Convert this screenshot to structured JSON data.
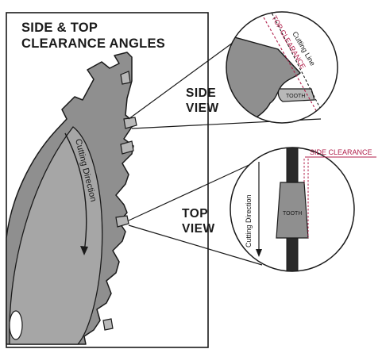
{
  "title": {
    "line1": "SIDE & TOP",
    "line2": "CLEARANCE ANGLES"
  },
  "side_view": {
    "label_line1": "SIDE",
    "label_line2": "VIEW",
    "cutting_line_label": "Cutting Line",
    "top_clearance_label": "TOP CLEARANCE",
    "tooth_label": "TOOTH"
  },
  "top_view": {
    "label_line1": "TOP",
    "label_line2": "VIEW",
    "side_clearance_label": "SIDE CLEARANCE",
    "cutting_direction_label": "Cutting Direction",
    "tooth_label": "TOOTH"
  },
  "blade": {
    "cutting_direction_label": "Cutting Direction"
  },
  "colors": {
    "blade_gray": "#8f8f8f",
    "blade_dark": "#5f5f5f",
    "outline": "#1a1a1a",
    "clearance_accent": "#b01e4a",
    "tooth_light": "#b8b8b8"
  }
}
